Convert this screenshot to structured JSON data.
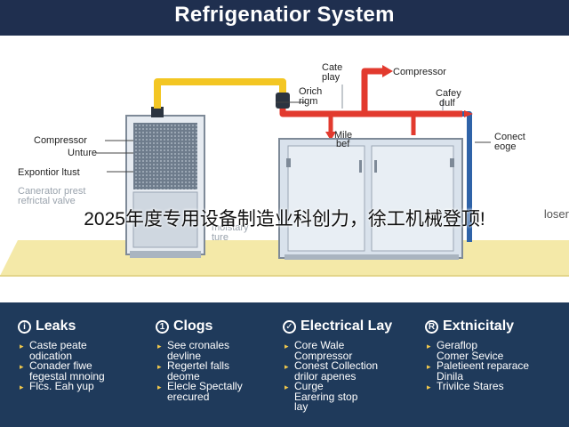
{
  "header": {
    "title": "Refrigenatior System"
  },
  "labels": {
    "left": [
      "Compressor",
      "Unture",
      "Expontior ltust"
    ],
    "left_faded": [
      "Canerator prest",
      "refrictal valve"
    ],
    "cate": [
      "Cate",
      "play"
    ],
    "compressor_top": "Compressor",
    "orich": [
      "Orich",
      "rigm"
    ],
    "cafey": [
      "Cafey",
      "dulf"
    ],
    "conect": [
      "Conect",
      "eoge"
    ],
    "mile": [
      "Mile",
      "bef"
    ],
    "molstary": [
      "molstary",
      "ture"
    ],
    "right_edge": "loser"
  },
  "overlay_caption": "2025年度专用设备制造业科创力，徐工机械登顶!",
  "colors": {
    "header_bg": "#1f2f4f",
    "panel_bg": "#1f3a5b",
    "pipe_hot": "#e23a2e",
    "pipe_cold": "#2f63a8",
    "pipe_yellow": "#f3c623",
    "floor": "#f4e9a8",
    "bullet": "#f2c94c"
  },
  "sections": [
    {
      "icon": "i",
      "icon_name": "info-icon",
      "title": "Leaks",
      "items": [
        [
          "Caste peate",
          "odication"
        ],
        [
          "Conader fiwe",
          "fegestal mnoing"
        ],
        [
          "Flcs. Eah yup"
        ]
      ]
    },
    {
      "icon": "1",
      "icon_name": "number-one-icon",
      "title": "Clogs",
      "items": [
        [
          "See cronales",
          "devline"
        ],
        [
          "Regertel falls",
          "deome"
        ],
        [
          "Elecle Spectally",
          "erecured"
        ]
      ]
    },
    {
      "icon": "✓",
      "icon_name": "check-icon",
      "title": "Electrical Lay",
      "items": [
        [
          "Core Wale",
          "Compressor"
        ],
        [
          "Conest Collection",
          "drilor apenes"
        ],
        [
          "Curge",
          "Earering stop",
          "lay"
        ]
      ]
    },
    {
      "icon": "R",
      "icon_name": "r-badge-icon",
      "title": "Extnicitaly",
      "items": [
        [
          "Geraflop",
          "Comer Sevice"
        ],
        [
          "Paletieent reparace",
          "Dinila"
        ],
        [
          "Trivilce Stares"
        ]
      ]
    }
  ]
}
